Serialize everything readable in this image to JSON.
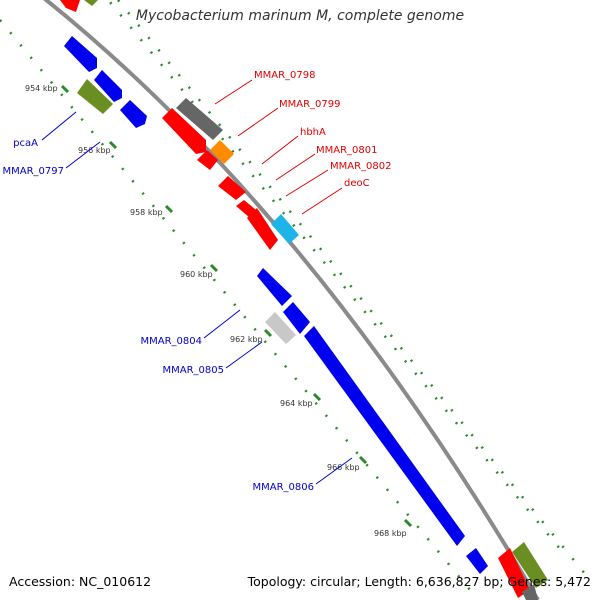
{
  "title": "Mycobacterium marinum M, complete genome",
  "accession": "Accession: NC_010612",
  "topology": "Topology: circular; Length: 6,636,827 bp; Genes: 5,472",
  "colors": {
    "red": "#ff0000",
    "blue": "#0000ee",
    "olive": "#6b8e23",
    "gray": "#666666",
    "light_gray": "#c8c8c8",
    "orange": "#ff8c00",
    "cyan": "#1fb4e8",
    "tick_green": "#2a8a2a",
    "label_red": "#e00000",
    "label_blue": "#0000cc"
  },
  "kbp_ticks": [
    "954 kbp",
    "956 kbp",
    "958 kbp",
    "960 kbp",
    "962 kbp",
    "964 kbp",
    "966 kbp",
    "968 kbp"
  ],
  "gene_labels_right": [
    "MMAR_0798",
    "MMAR_0799",
    "hbhA",
    "MMAR_0801",
    "MMAR_0802",
    "deoC"
  ],
  "gene_labels_left": [
    "pcaA",
    "MMAR_0797",
    "MMAR_0804",
    "MMAR_0805",
    "MMAR_0806"
  ]
}
